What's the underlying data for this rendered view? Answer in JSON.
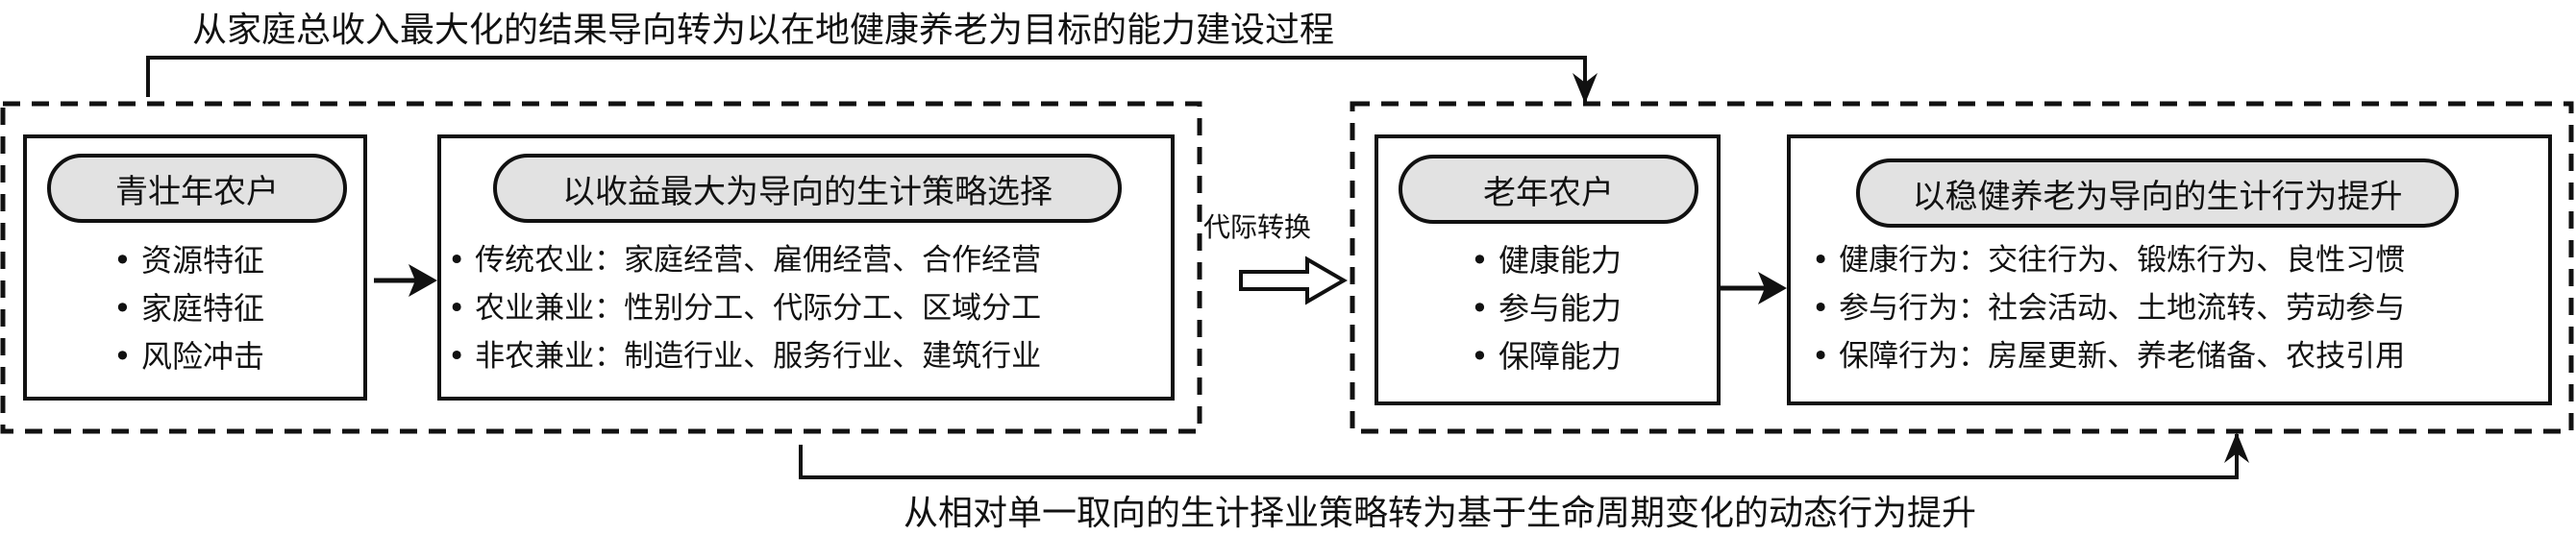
{
  "top_caption": "从家庭总收入最大化的结果导向转为以在地健康养老为目标的能力建设过程",
  "bottom_caption": "从相对单一取向的生计择业策略转为基于生命周期变化的动态行为提升",
  "transition_label": "代际转换",
  "young": {
    "title": "青壮年农户",
    "items": [
      "资源特征",
      "家庭特征",
      "风险冲击"
    ]
  },
  "young_strategy": {
    "title": "以收益最大为导向的生计策略选择",
    "items": [
      "传统农业：家庭经营、雇佣经营、合作经营",
      "农业兼业：性别分工、代际分工、区域分工",
      "非农兼业：制造行业、服务行业、建筑行业"
    ]
  },
  "elderly": {
    "title": "老年农户",
    "items": [
      "健康能力",
      "参与能力",
      "保障能力"
    ]
  },
  "elderly_behavior": {
    "title": "以稳健养老为导向的生计行为提升",
    "items": [
      "健康行为：交往行为、锻炼行为、良性习惯",
      "参与行为：社会活动、土地流转、劳动参与",
      "保障行为：房屋更新、养老储备、农技引用"
    ]
  }
}
